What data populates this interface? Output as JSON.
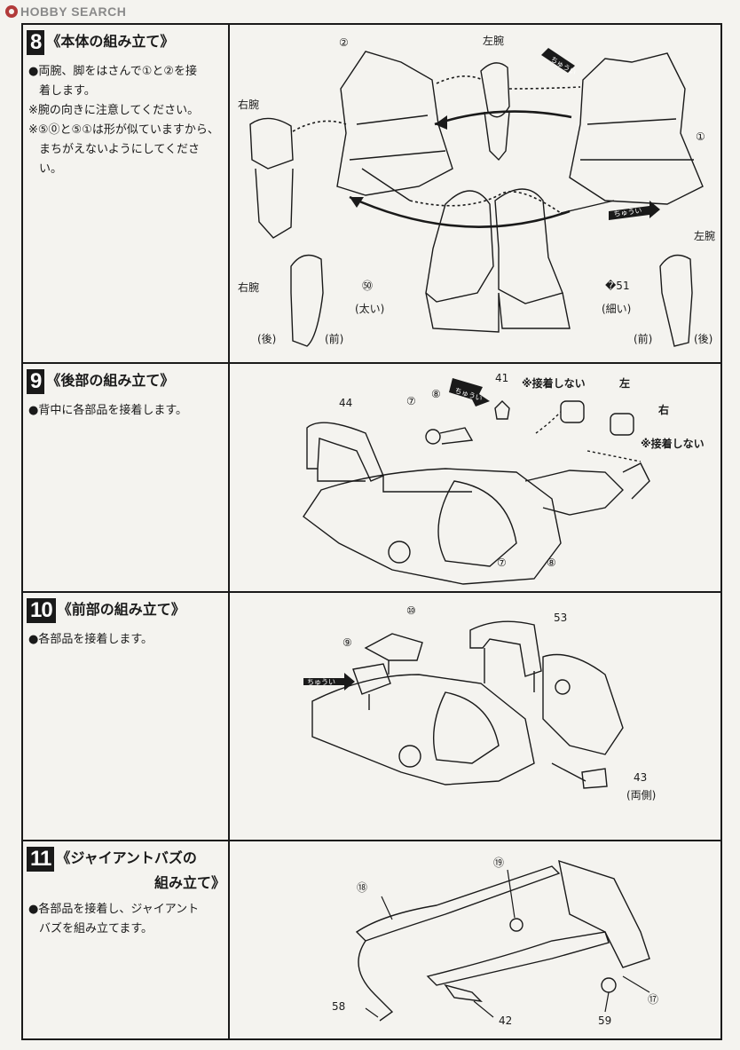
{
  "watermark": "HOBBY SEARCH",
  "steps": [
    {
      "number": "8",
      "title": "《本体の組み立て》",
      "lines": [
        "●両腕、脚をはさんで①と②を接",
        "着します。",
        "※腕の向きに注意してください。",
        "※⑤⓪と⑤①は形が似ていますから、",
        "まちがえないようにしてくださ",
        "い。"
      ],
      "diagram": {
        "labels": {
          "part2": "②",
          "part1": "①",
          "left_arm_top": "左腕",
          "right_arm_top": "右腕",
          "caution": "ちゅうい",
          "caution2": "ちゅうい",
          "left_arm_bottom": "左腕",
          "right_arm_bottom": "右腕",
          "part50": "㊿",
          "part50_note": "(太い)",
          "part51": "�51",
          "part51_note": "(細い)",
          "back1": "(後)",
          "front1": "(前)",
          "front2": "(前)",
          "back2": "(後)"
        }
      }
    },
    {
      "number": "9",
      "title": "《後部の組み立て》",
      "lines": [
        "●背中に各部品を接着します。"
      ],
      "diagram": {
        "labels": {
          "p44": "44",
          "p7a": "⑦",
          "p8a": "⑧",
          "caution": "ちゅうい",
          "p41": "41",
          "no_glue1": "※接着しない",
          "left": "左",
          "right": "右",
          "no_glue2": "※接着しない",
          "p7b": "⑦",
          "p8b": "⑧"
        }
      }
    },
    {
      "number": "10",
      "title": "《前部の組み立て》",
      "lines": [
        "●各部品を接着します。"
      ],
      "diagram": {
        "labels": {
          "p10": "⑩",
          "p53": "53",
          "p9": "⑨",
          "caution": "ちゅうい",
          "p43": "43",
          "both_sides": "(両側)"
        }
      }
    },
    {
      "number": "11",
      "title": "《ジャイアントバズの",
      "title2": "組み立て》",
      "lines": [
        "●各部品を接着し、ジャイアント",
        "バズを組み立てます。"
      ],
      "diagram": {
        "labels": {
          "p19": "⑲",
          "p18": "⑱",
          "p17": "⑰",
          "p58": "58",
          "p42": "42",
          "p59": "59"
        }
      }
    }
  ]
}
